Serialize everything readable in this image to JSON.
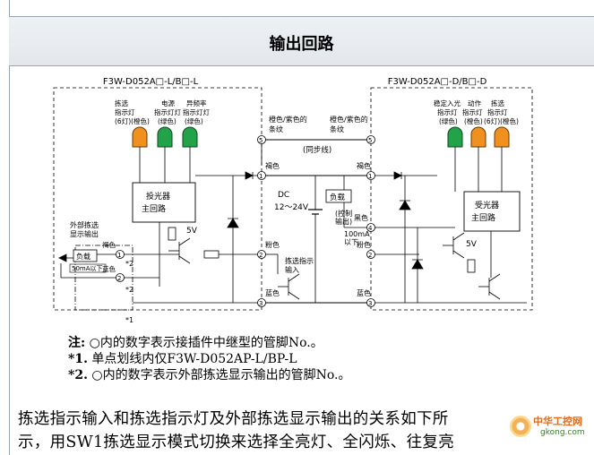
{
  "header": {
    "title": "输出回路"
  },
  "diagram": {
    "left_model": "F3W-D052A□-L/B□-L",
    "right_model": "F3W-D052A□-D/B□-D",
    "left_indicators": [
      {
        "label": "拣选 指示灯 (6灯)(橙色)",
        "color": "#f0901e"
      },
      {
        "label": "电源 指示灯灯 (绿色)",
        "color": "#22a34a"
      },
      {
        "label": "异频率 指示灯灯 (绿色)",
        "color": "#22a34a"
      }
    ],
    "right_indicators": [
      {
        "label": "稳定入光 指示灯 (绿色)",
        "color": "#22a34a"
      },
      {
        "label": "动作 指示灯 (橙色)",
        "color": "#f0901e"
      },
      {
        "label": "拣选 指示灯 (6灯)(橙色)",
        "color": "#f0901e"
      }
    ],
    "left_circuit": "投光器 主回路",
    "right_circuit": "受光器 主回路",
    "voltage_5v": "5V",
    "dc_supply": "DC 12～24V",
    "sync_line": "(同步线)",
    "orange_purple": "橙色/紫色的 条纹",
    "wire_brown": "褐色",
    "wire_pink": "粉色",
    "wire_blue": "蓝色",
    "wire_black": "黑色",
    "load": "负载",
    "control_output": "(控制 输出)",
    "current_100": "100mA 以下",
    "current_50": "50mA以下",
    "external_output": "外部拣选 显示输出",
    "pick_input": "拣选指示 输入",
    "star2": "*2",
    "star1": "*1",
    "pins": [
      "5",
      "1",
      "2",
      "3",
      "5",
      "1",
      "4",
      "2",
      "3",
      "1",
      "2"
    ]
  },
  "notes": [
    {
      "mark": "注:",
      "text": "○内的数字表示接插件中继型的管脚No.。"
    },
    {
      "mark": "*1.",
      "text": "单点划线内仅F3W-D052AP-L/BP-L"
    },
    {
      "mark": "*2.",
      "text": "○内的数字表示外部拣选显示输出的管脚No.。"
    }
  ],
  "paragraph": [
    "拣选指示输入和拣选指示灯及外部拣选显示输出的关系如下所",
    "示，用SW1拣选显示模式切换来选择全亮灯、全闪烁、往复亮"
  ],
  "watermark": {
    "cn": "中华工控网",
    "en": "gkong.com"
  }
}
